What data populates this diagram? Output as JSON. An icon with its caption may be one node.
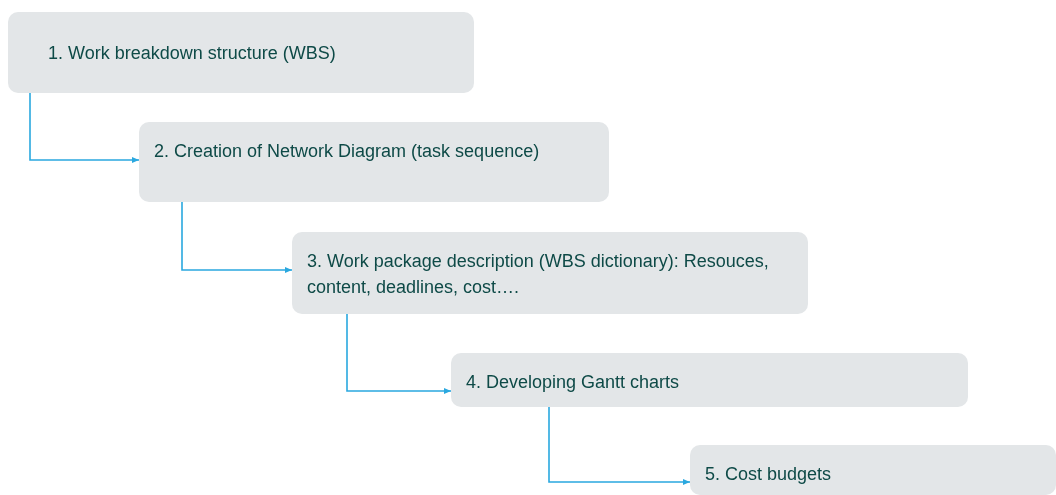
{
  "diagram": {
    "nodes": [
      {
        "text": [
          "1. Work breakdown structure (WBS)"
        ]
      },
      {
        "text": [
          "2. Creation of Network Diagram (task sequence)"
        ]
      },
      {
        "text": [
          "3. Work package description (WBS dictionary): Resouces, content, deadlines, cost…."
        ]
      },
      {
        "text": [
          "4. Developing Gantt charts"
        ]
      },
      {
        "text": [
          "5. Cost budgets"
        ]
      }
    ],
    "edges": [
      {
        "from": 0,
        "to": 1,
        "arrow": "to"
      },
      {
        "from": 1,
        "to": 2,
        "arrow": "to"
      },
      {
        "from": 2,
        "to": 3,
        "arrow": "to"
      },
      {
        "from": 3,
        "to": 4,
        "arrow": "to"
      }
    ]
  }
}
